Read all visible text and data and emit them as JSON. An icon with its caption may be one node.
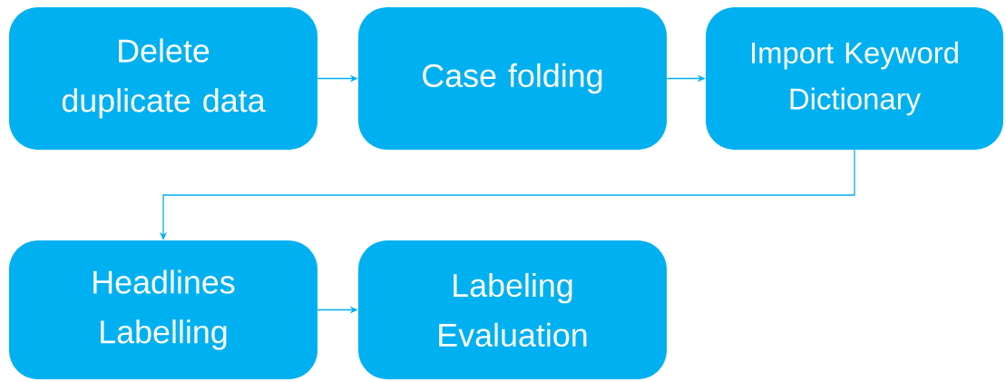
{
  "diagram": {
    "nodes": [
      {
        "text": [
          "Delete duplicate data"
        ]
      },
      {
        "text": [
          "Case folding"
        ]
      },
      {
        "text": [
          "Import Keyword Dictionary"
        ]
      },
      {
        "text": [
          "Headlines Labelling"
        ]
      },
      {
        "text": [
          "Labeling Evaluation"
        ]
      }
    ],
    "edges": [
      {
        "from": 0,
        "to": 1,
        "arrow": "to"
      },
      {
        "from": 1,
        "to": 2,
        "arrow": "to"
      },
      {
        "from": 2,
        "to": 3,
        "arrow": "to"
      },
      {
        "from": 3,
        "to": 4,
        "arrow": "to"
      }
    ]
  }
}
